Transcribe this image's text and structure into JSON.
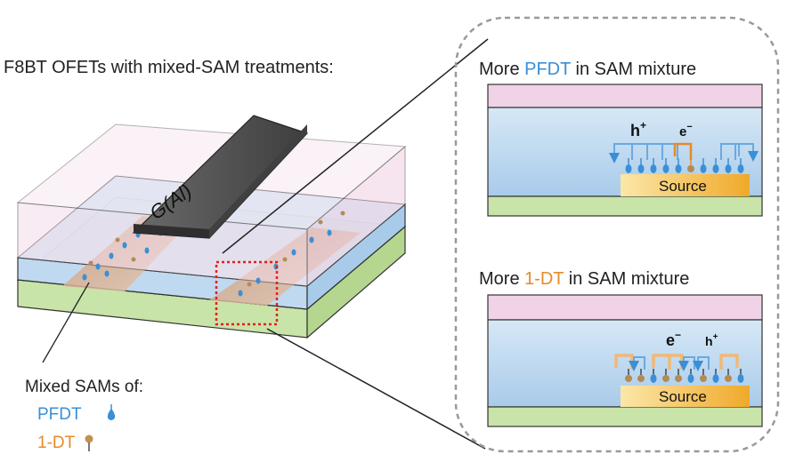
{
  "title": "F8BT OFETs with mixed-SAM treatments:",
  "gate_label": "G(Al)",
  "legend": {
    "heading": "Mixed SAMs of:",
    "pfdt": "PFDT",
    "dt": "1-DT"
  },
  "panel_top": {
    "prefix": "More ",
    "highlight": "PFDT",
    "suffix": " in SAM mixture",
    "carrier_major": "h",
    "carrier_major_sign": "+",
    "carrier_minor": "e",
    "carrier_minor_sign": "−",
    "source_label": "Source"
  },
  "panel_bottom": {
    "prefix": "More ",
    "highlight": "1-DT",
    "suffix": " in SAM mixture",
    "carrier_major": "e",
    "carrier_major_sign": "−",
    "carrier_minor": "h",
    "carrier_minor_sign": "+",
    "source_label": "Source"
  },
  "colors": {
    "pfdt": "#3a8fd6",
    "dt": "#e8892a",
    "pink_layer": "#f0d3e6",
    "blue_layer": "#bfd9f0",
    "green_layer": "#c8e4a8",
    "source": "#f4b53a",
    "gate": "#555555"
  }
}
